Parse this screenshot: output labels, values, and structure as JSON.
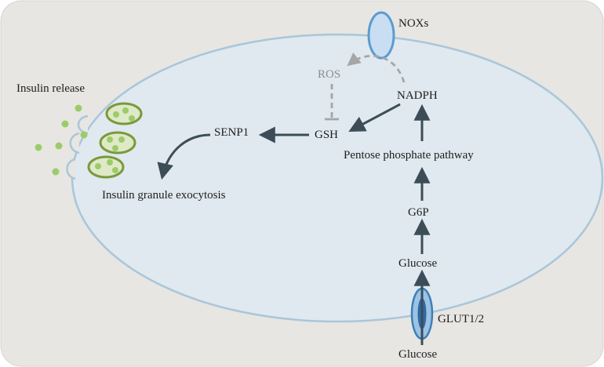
{
  "labels": {
    "noxs": "NOXs",
    "ros": "ROS",
    "nadph": "NADPH",
    "gsh": "GSH",
    "senp1": "SENP1",
    "insulin_release": "Insulin release",
    "insulin_granule_exocytosis": "Insulin granule exocytosis",
    "pentose_phosphate_pathway": "Pentose phosphate pathway",
    "g6p": "G6P",
    "glucose_inside": "Glucose",
    "glut": "GLUT1/2",
    "glucose_outside": "Glucose"
  },
  "colors": {
    "background_panel": "#e8e6e2",
    "cell_fill": "#dfe9ef",
    "cell_border": "#a9c6da",
    "arrow": "#3d4d58",
    "ros_inhibit": "#a6a6a6",
    "granule_border": "#7a9a3a",
    "granule_fill": "#dfe9c8",
    "vesicle": "#9ccc6a",
    "nox_fill": "#c9def3",
    "nox_border": "#5b9bd0",
    "glut_fill": "#9cc3e4",
    "glut_border": "#3f7fb8"
  }
}
